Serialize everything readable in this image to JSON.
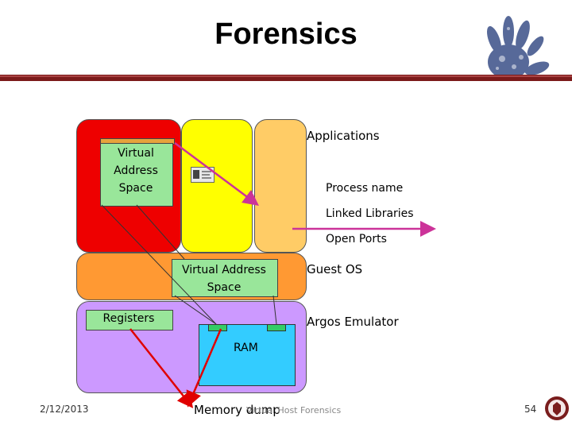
{
  "slide": {
    "title": "Forensics",
    "date": "2/12/2013",
    "footer_center": "Virtual Host Forensics",
    "page_number": "54"
  },
  "diagram": {
    "app_label": "Applications",
    "vas_top_label": "Virtual Address Space",
    "process_name": "Process name",
    "linked_libraries": "Linked Libraries",
    "open_ports": "Open Ports",
    "vas_mid_label": "Virtual Address Space",
    "guest_os": "Guest OS",
    "registers": "Registers",
    "argos_emulator": "Argos Emulator",
    "ram": "RAM",
    "memory_dump": "Memory dump"
  },
  "colors": {
    "app_red": "#ee0000",
    "app_yellow": "#ffff00",
    "app_peach": "#ffcc66",
    "guest_os_orange": "#ff9933",
    "argos_purple": "#cc99ff",
    "ram_blue": "#33ccff",
    "green_box": "#99e69a",
    "arrow_magenta": "#cc3399",
    "arrow_red": "#e00000"
  }
}
